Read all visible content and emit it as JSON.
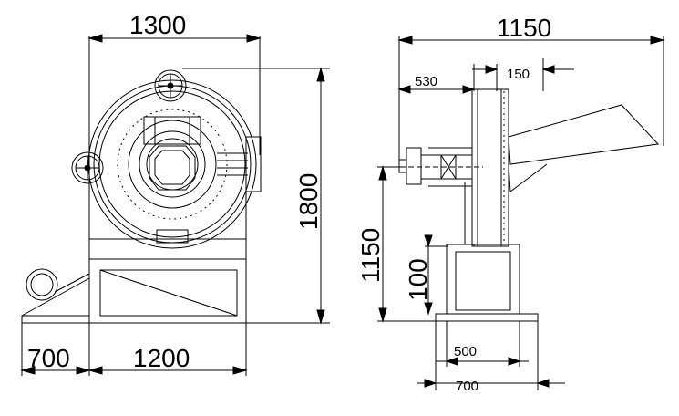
{
  "front_view": {
    "width_top": "1300",
    "height_total": "1800",
    "left_overhang": "700",
    "base_width": "1200"
  },
  "side_view": {
    "width_total": "1150",
    "offset_530": "530",
    "depth_150": "150",
    "shaft_height": "1150",
    "leg_100": "100",
    "frame_500": "500",
    "base_700": "700"
  },
  "colors": {
    "line": "#000000",
    "background": "#ffffff"
  }
}
